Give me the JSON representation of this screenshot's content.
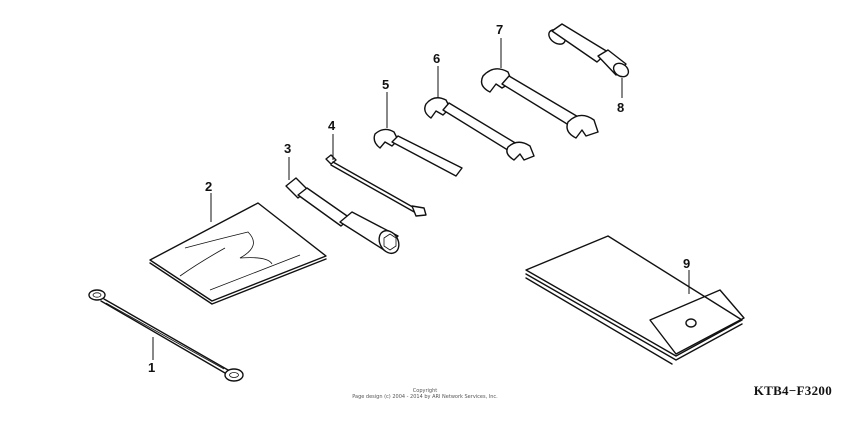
{
  "diagram": {
    "reference_code": "KTB4−F3200",
    "copyright_line1": "Copyright",
    "copyright_line2": "Page design (c) 2004 - 2014 by ARI Network Services, Inc.",
    "callouts": [
      "1",
      "2",
      "3",
      "4",
      "5",
      "6",
      "7",
      "8",
      "9"
    ]
  }
}
